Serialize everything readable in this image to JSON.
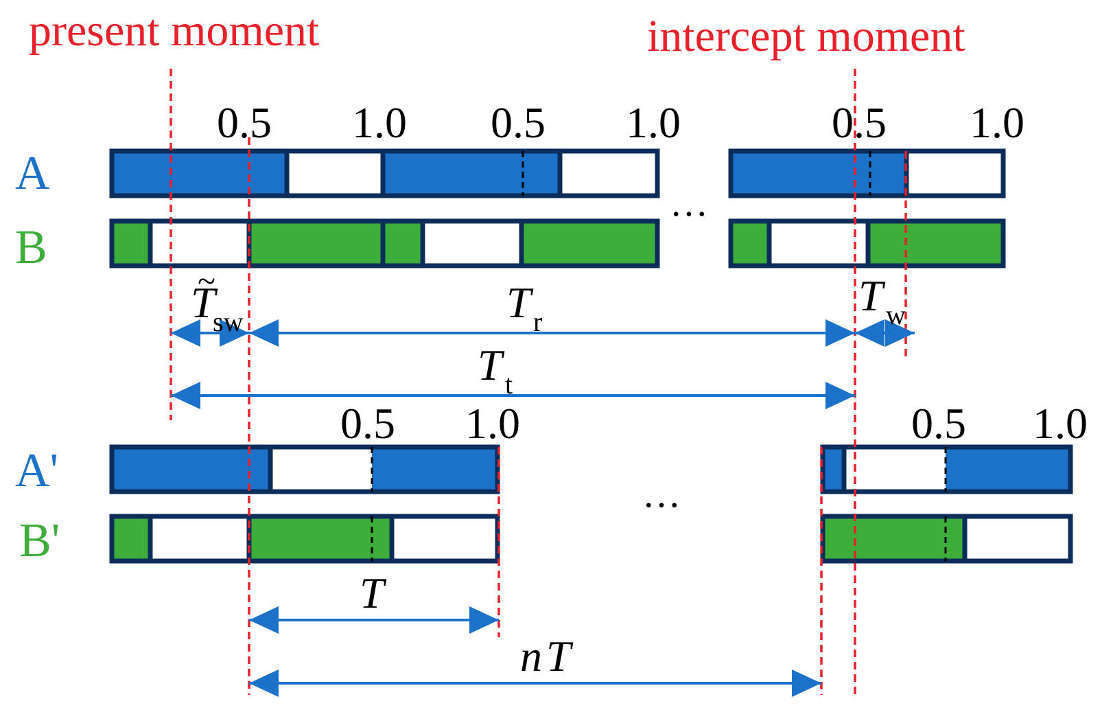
{
  "titles": {
    "present": "present moment",
    "intercept": "intercept moment"
  },
  "colors": {
    "blue": "#1b72c8",
    "green": "#3eae3a",
    "border": "#0c2d5a",
    "red_dash": "#e8202a",
    "arrow": "#1b72c8",
    "black": "#000000"
  },
  "rows": {
    "A": {
      "label": "A",
      "color": "blue"
    },
    "B": {
      "label": "B",
      "color": "green"
    },
    "A_prime": {
      "label": "A'",
      "color": "blue"
    },
    "B_prime": {
      "label": "B'",
      "color": "green"
    }
  },
  "ticks": {
    "top": [
      "0.5",
      "1.0",
      "0.5",
      "1.0",
      "0.5",
      "1.0"
    ],
    "bottom": [
      "0.5",
      "1.0",
      "0.5",
      "1.0"
    ]
  },
  "ellipsis": "…",
  "intervals": {
    "T_sw": {
      "base": "T",
      "tilde": "~",
      "sub": "sw"
    },
    "T_r": {
      "base": "T",
      "sub": "r"
    },
    "T_w": {
      "base": "T",
      "sub": "w"
    },
    "T_t": {
      "base": "T",
      "sub": "t"
    },
    "T": {
      "base": "T"
    },
    "nT": {
      "n": "n",
      "base": "T"
    }
  }
}
